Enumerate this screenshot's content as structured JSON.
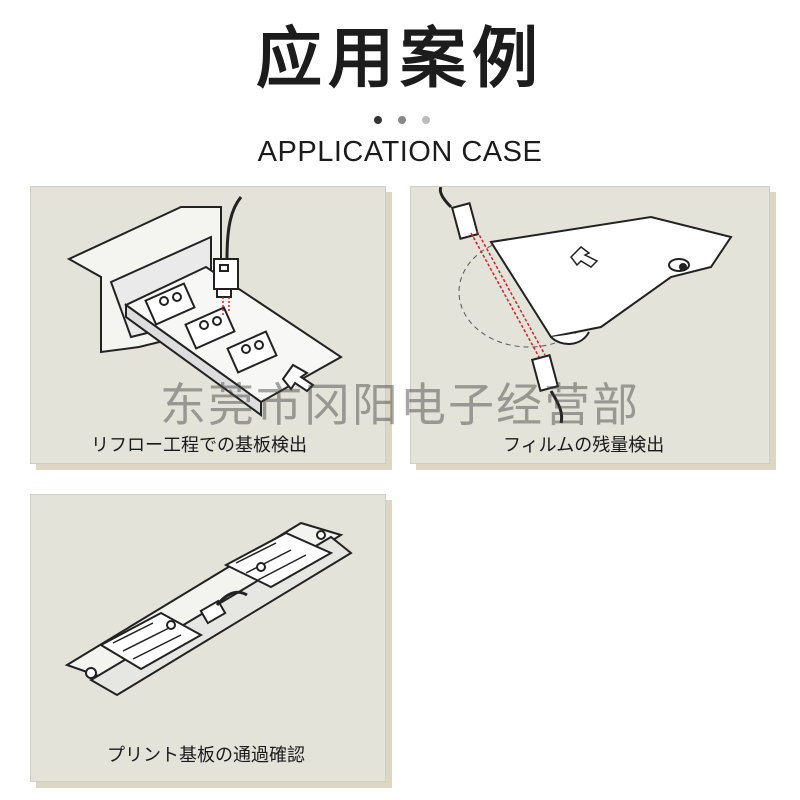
{
  "header": {
    "title": "应用案例",
    "subtitle": "APPLICATION CASE",
    "dots": [
      "#333333",
      "#888888",
      "#bbbbbb"
    ]
  },
  "panels": [
    {
      "caption": "リフロー工程での基板検出"
    },
    {
      "caption": "フィルムの残量検出"
    },
    {
      "caption": "プリント基板の通過確認"
    }
  ],
  "watermark": "东莞市冈阳电子经营部",
  "colors": {
    "panel_bg": "#e3e3da",
    "panel_shadow": "#dcd6c2",
    "beam": "#d2232a"
  }
}
